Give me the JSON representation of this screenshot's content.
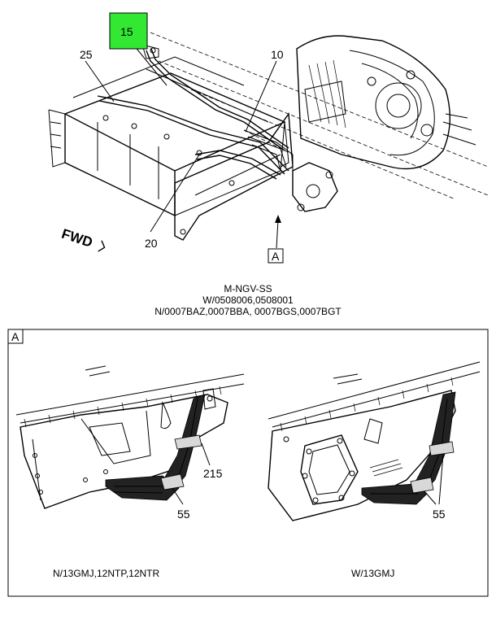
{
  "callouts": {
    "c15": "15",
    "c25": "25",
    "c10": "10",
    "c20": "20",
    "c215": "215",
    "c55_left": "55",
    "c55_right": "55"
  },
  "view_marker": "A",
  "detail_marker": "A",
  "fwd_label": "FWD",
  "caption": {
    "line1": "M-NGV-SS",
    "line2": "W/0508006,0508001",
    "line3": "N/0007BAZ,0007BBA, 0007BGS,0007BGT"
  },
  "detail_left_caption": "N/13GMJ,12NTP,12NTR",
  "detail_right_caption": "W/13GMJ",
  "colors": {
    "highlight": "#33e833",
    "line": "#000000"
  }
}
